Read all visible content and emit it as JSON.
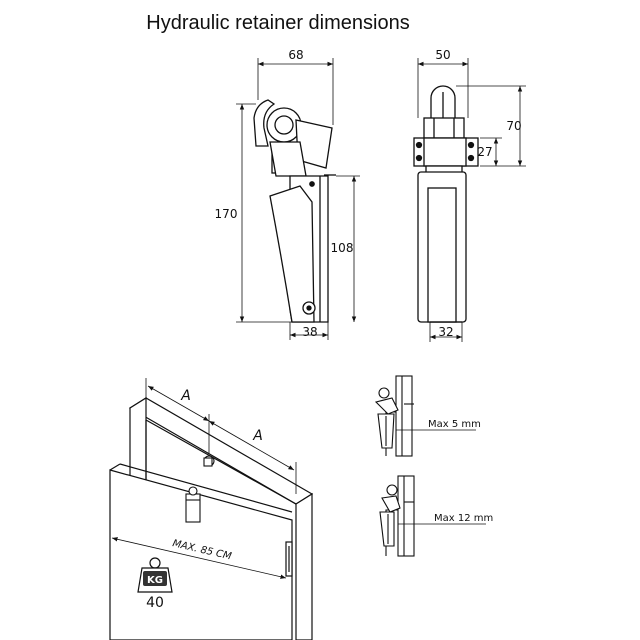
{
  "title": "Hydraulic retainer dimensions",
  "side_view": {
    "width": "68",
    "height": "170",
    "body_height": "108",
    "base_width": "38"
  },
  "front_view": {
    "width": "50",
    "height": "70",
    "offset": "27",
    "base_width": "32"
  },
  "door_illustration": {
    "spacing_label": "A",
    "max_width": "MAX. 85 CM",
    "weight_badge": "KG",
    "weight_value": "40"
  },
  "gap_details": {
    "small_gap": "Max 5 mm",
    "large_gap": "Max 12 mm"
  }
}
